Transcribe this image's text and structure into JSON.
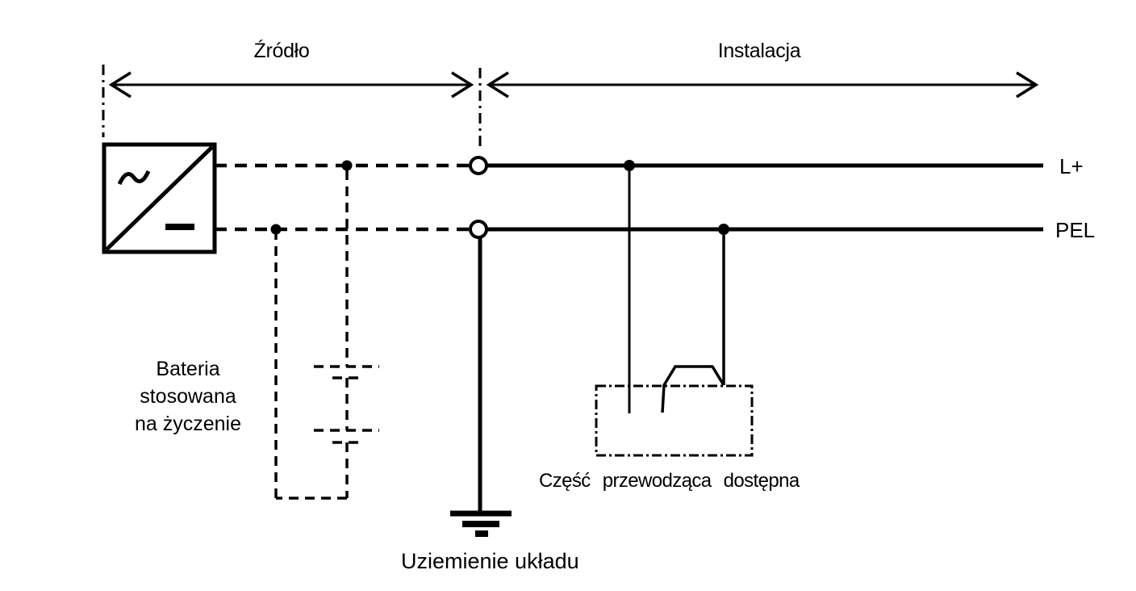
{
  "page": {
    "background": "#ffffff",
    "line_color": "#000000"
  },
  "spans": {
    "source_label": "Źródło",
    "installation_label": "Instalacja"
  },
  "conductors": {
    "positive_label": "L+",
    "protective_label": "PEL"
  },
  "battery": {
    "lines": [
      "Bateria",
      "stosowana",
      "na życzenie"
    ]
  },
  "ground": {
    "label": "Uziemienie układu"
  },
  "exposed_part": {
    "label": "Część przewodząca dostępna"
  },
  "icons": {
    "converter": "ac-dc-converter-icon",
    "battery": "battery-cells-icon",
    "ground": "earth-ground-icon",
    "terminals": "open-terminal-icon",
    "junctions": "junction-dot-icon",
    "span_arrows": "double-headed-arrow-icon",
    "exposed_part": "exposed-conductive-part-box-icon"
  }
}
